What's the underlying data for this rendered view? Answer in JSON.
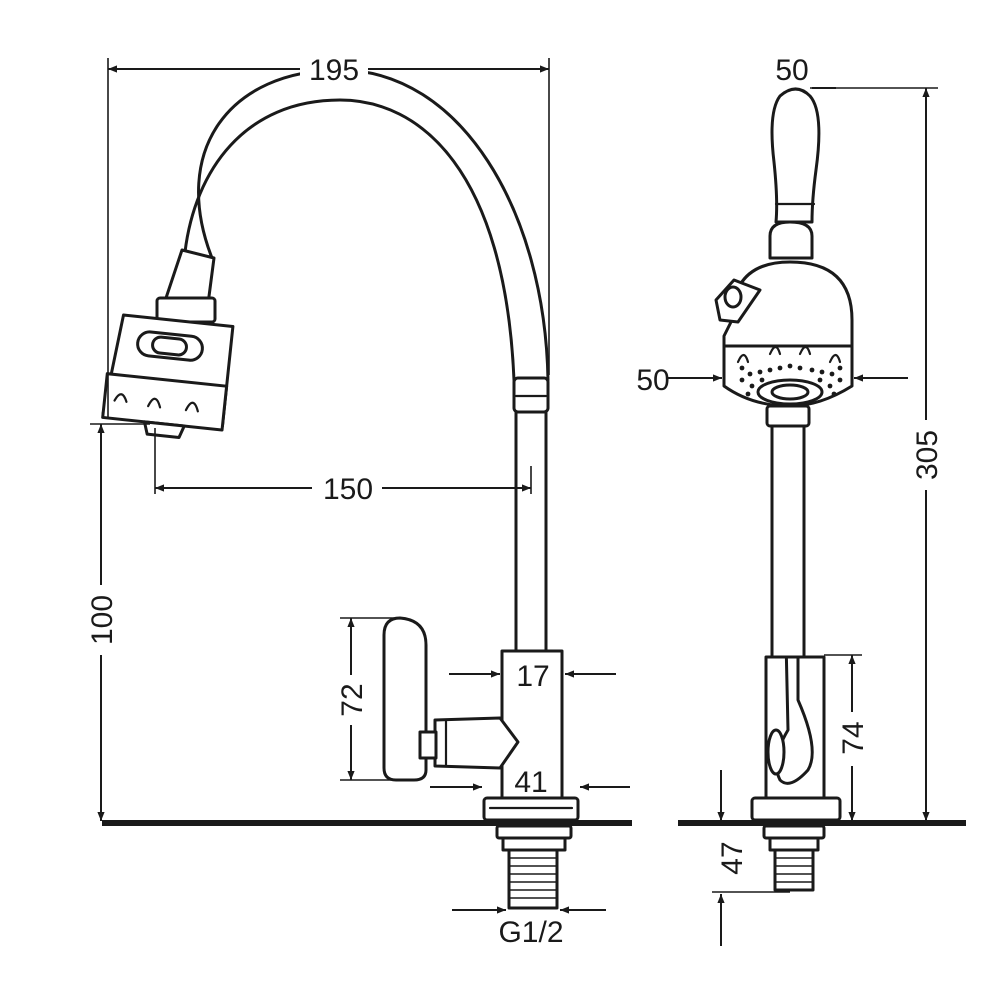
{
  "dimensions": {
    "total_width": "195",
    "spout_reach": "150",
    "spout_height": "100",
    "handle_height": "72",
    "body_diameter": "17",
    "base_diameter": "41",
    "thread": "G1/2",
    "head_width": "50",
    "head_diameter": "50",
    "total_height": "305",
    "body_height": "74",
    "thread_length": "47"
  },
  "colors": {
    "line": "#1a1a1a",
    "background": "#ffffff"
  }
}
